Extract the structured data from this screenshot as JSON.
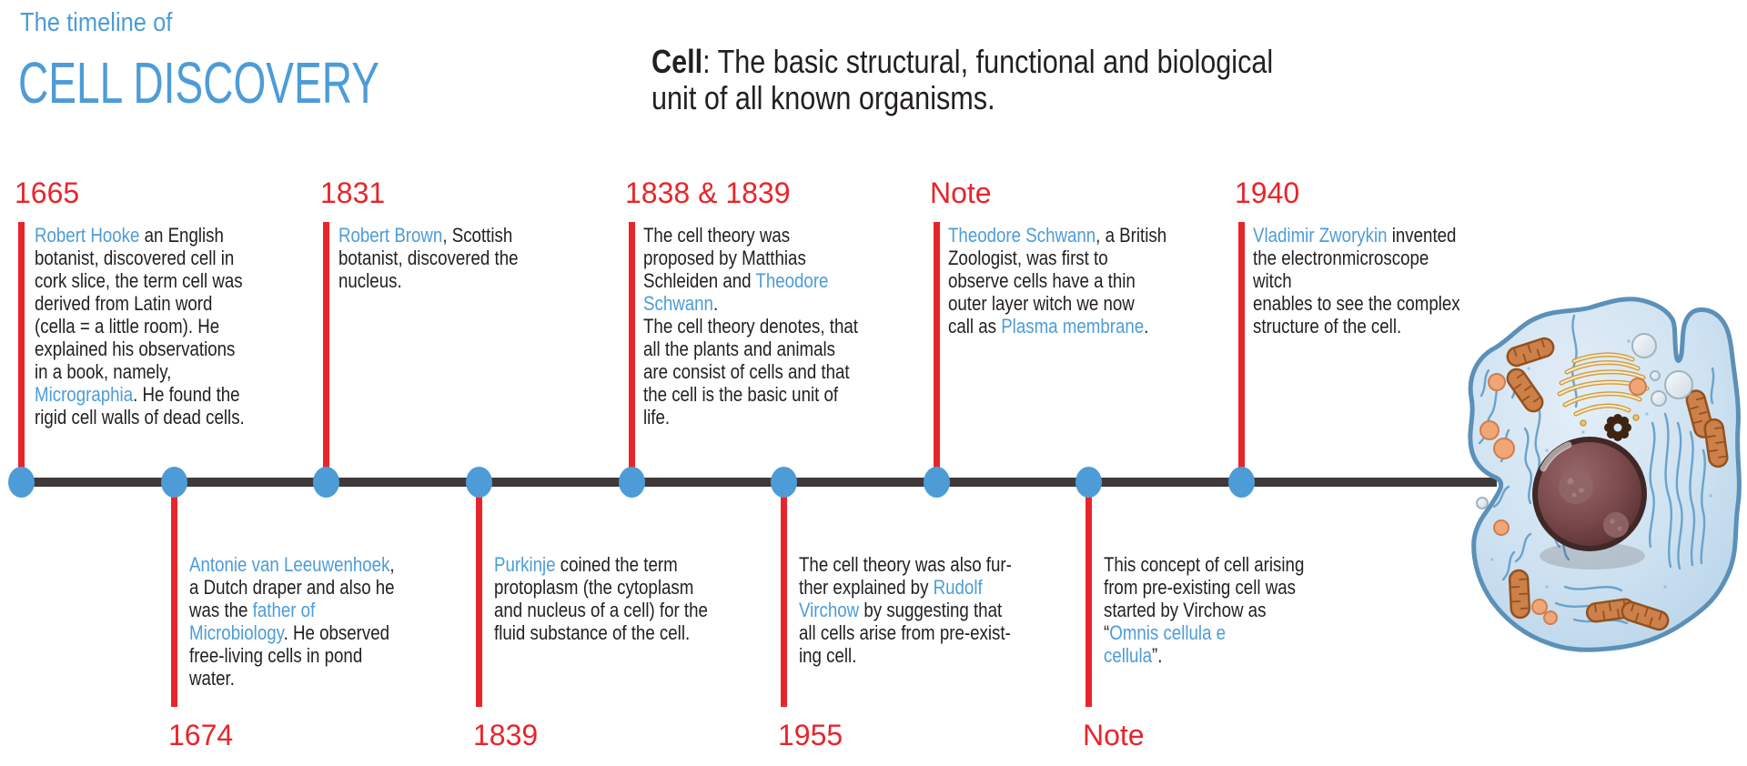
{
  "header": {
    "title_line1": "The timeline of",
    "title_line2": "CELL DISCOVERY",
    "definition": {
      "term": "Cell",
      "line1_rest": ": The basic structural, functional and biological",
      "line2": "unit of all known organisms."
    }
  },
  "colors": {
    "accent_blue": "#4d9cd7",
    "accent_red": "#e8252a",
    "timeline_dark": "#3f393a",
    "body_text": "#231f20",
    "cell_membrane": "#5b90b8",
    "cell_cytoplasm": "#cfe2f1",
    "nucleus": "#7b4a4a",
    "mitochondria": "#c9793f"
  },
  "illustration": {
    "subject": "animal cell"
  },
  "events": [
    {
      "year": "1665",
      "position": "top",
      "lines": [
        [
          {
            "t": "Robert Hooke",
            "hl": true
          },
          {
            "t": " an English"
          }
        ],
        [
          {
            "t": "botanist, discovered cell in"
          }
        ],
        [
          {
            "t": "cork slice, the term cell was"
          }
        ],
        [
          {
            "t": "derived from Latin word"
          }
        ],
        [
          {
            "t": "(cella = a little room). He"
          }
        ],
        [
          {
            "t": "explained his observations"
          }
        ],
        [
          {
            "t": "in a book, namely,"
          }
        ],
        [
          {
            "t": "Micrographia",
            "hl": true
          },
          {
            "t": ". He found the"
          }
        ],
        [
          {
            "t": "rigid cell walls of dead cells."
          }
        ]
      ]
    },
    {
      "year": "1831",
      "position": "top",
      "lines": [
        [
          {
            "t": "Robert Brown",
            "hl": true
          },
          {
            "t": ", Scottish"
          }
        ],
        [
          {
            "t": "botanist, discovered the"
          }
        ],
        [
          {
            "t": "nucleus."
          }
        ]
      ]
    },
    {
      "year": "1838 & 1839",
      "position": "top",
      "lines": [
        [
          {
            "t": "The cell theory was"
          }
        ],
        [
          {
            "t": "proposed by Matthias"
          }
        ],
        [
          {
            "t": "Schleiden and "
          },
          {
            "t": "Theodore",
            "hl": true
          }
        ],
        [
          {
            "t": "Schwann",
            "hl": true
          },
          {
            "t": "."
          }
        ],
        [
          {
            "t": "The cell theory denotes, that"
          }
        ],
        [
          {
            "t": "all the plants and animals"
          }
        ],
        [
          {
            "t": "are consist of cells and that"
          }
        ],
        [
          {
            "t": "the cell is the basic unit of"
          }
        ],
        [
          {
            "t": "life."
          }
        ]
      ]
    },
    {
      "year": "Note",
      "position": "top",
      "lines": [
        [
          {
            "t": "Theodore Schwann",
            "hl": true
          },
          {
            "t": ", a British"
          }
        ],
        [
          {
            "t": "Zoologist, was first to"
          }
        ],
        [
          {
            "t": "observe cells have a thin"
          }
        ],
        [
          {
            "t": "outer layer witch we now"
          }
        ],
        [
          {
            "t": "call as "
          },
          {
            "t": "Plasma membrane",
            "hl": true
          },
          {
            "t": "."
          }
        ]
      ]
    },
    {
      "year": "1940",
      "position": "top",
      "lines": [
        [
          {
            "t": "Vladimir Zworykin",
            "hl": true
          },
          {
            "t": " invented"
          }
        ],
        [
          {
            "t": "the electronmicroscope"
          }
        ],
        [
          {
            "t": "witch"
          }
        ],
        [
          {
            "t": "enables to see the complex"
          }
        ],
        [
          {
            "t": "structure of the cell."
          }
        ]
      ]
    },
    {
      "year": "1674",
      "position": "bottom",
      "lines": [
        [
          {
            "t": "Antonie van Leeuwenhoek",
            "hl": true
          },
          {
            "t": ","
          }
        ],
        [
          {
            "t": "a Dutch draper and also he"
          }
        ],
        [
          {
            "t": "was the "
          },
          {
            "t": "father of",
            "hl": true
          }
        ],
        [
          {
            "t": "Microbiology",
            "hl": true
          },
          {
            "t": ". He observed"
          }
        ],
        [
          {
            "t": "free-living cells in pond"
          }
        ],
        [
          {
            "t": "water."
          }
        ]
      ]
    },
    {
      "year": "1839",
      "position": "bottom",
      "lines": [
        [
          {
            "t": "Purkinje",
            "hl": true
          },
          {
            "t": " coined the term"
          }
        ],
        [
          {
            "t": "protoplasm (the cytoplasm"
          }
        ],
        [
          {
            "t": "and nucleus of a cell) for the"
          }
        ],
        [
          {
            "t": "fluid substance of the cell."
          }
        ]
      ]
    },
    {
      "year": "1955",
      "position": "bottom",
      "lines": [
        [
          {
            "t": "The cell theory was also fur-"
          }
        ],
        [
          {
            "t": "ther explained by "
          },
          {
            "t": "Rudolf",
            "hl": true
          }
        ],
        [
          {
            "t": "Virchow",
            "hl": true
          },
          {
            "t": " by suggesting that"
          }
        ],
        [
          {
            "t": "all cells arise from pre-exist-"
          }
        ],
        [
          {
            "t": "ing cell."
          }
        ]
      ]
    },
    {
      "year": "Note",
      "position": "bottom",
      "lines": [
        [
          {
            "t": "This concept of cell arising"
          }
        ],
        [
          {
            "t": "from pre-existing cell was"
          }
        ],
        [
          {
            "t": "started by Virchow as"
          }
        ],
        [
          {
            "t": "“"
          },
          {
            "t": "Omnis cellula e",
            "hl": true
          }
        ],
        [
          {
            "t": "cellula",
            "hl": true
          },
          {
            "t": "”."
          }
        ]
      ]
    }
  ]
}
